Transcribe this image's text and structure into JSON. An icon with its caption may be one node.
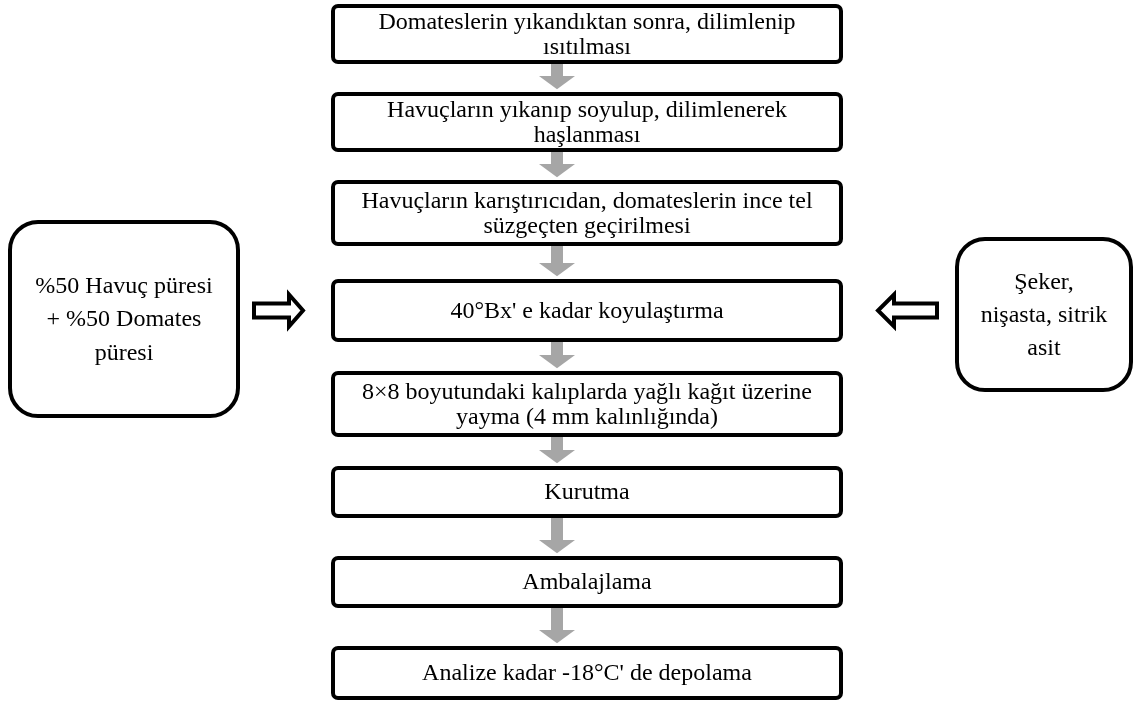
{
  "diagram": {
    "nodes": [
      {
        "text": [
          "Domateslerin yıkandıktan sonra, dilimlenip ısıtılması"
        ]
      },
      {
        "text": [
          "Havuçların yıkanıp soyulup, dilimlenerek haşlanması"
        ]
      },
      {
        "text": [
          "Havuçların karıştırıcıdan, domateslerin ince tel süzgeçten geçirilmesi"
        ]
      },
      {
        "text": [
          "40°Bx' e kadar koyulaştırma"
        ]
      },
      {
        "text": [
          "8×8 boyutundaki kalıplarda yağlı kağıt üzerine yayma (4 mm kalınlığında)"
        ]
      },
      {
        "text": [
          "Kurutma"
        ]
      },
      {
        "text": [
          "Ambalajlama"
        ]
      },
      {
        "text": [
          "Analize kadar -18°C' de depolama"
        ]
      },
      {
        "text": [
          "%50 Havuç püresi + %50 Domates püresi"
        ]
      },
      {
        "text": [
          "Şeker, nişasta, sitrik asit"
        ]
      }
    ],
    "edges": [
      {
        "from": 0,
        "to": 1,
        "arrow": "to"
      },
      {
        "from": 1,
        "to": 2,
        "arrow": "to"
      },
      {
        "from": 2,
        "to": 3,
        "arrow": "to"
      },
      {
        "from": 3,
        "to": 4,
        "arrow": "to"
      },
      {
        "from": 4,
        "to": 5,
        "arrow": "to"
      },
      {
        "from": 5,
        "to": 6,
        "arrow": "to"
      },
      {
        "from": 6,
        "to": 7,
        "arrow": "to"
      },
      {
        "from": 8,
        "to": 3,
        "arrow": "to",
        "style": "thick",
        "color": "#000000"
      },
      {
        "from": 9,
        "to": 3,
        "arrow": "to",
        "style": "thick",
        "color": "#000000"
      }
    ]
  }
}
